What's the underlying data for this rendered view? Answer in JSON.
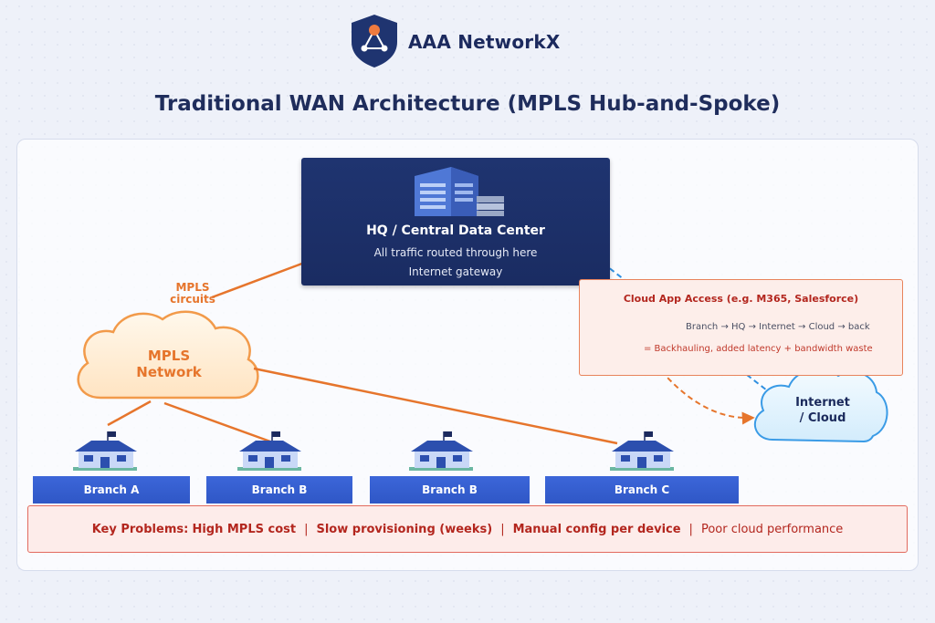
{
  "brand": {
    "name": "AAA NetworkX",
    "logo_icon": "shield-network-icon"
  },
  "title": "Traditional WAN Architecture (MPLS Hub-and-Spoke)",
  "hq": {
    "title": "HQ / Central Data Center",
    "line1": "All traffic routed through here",
    "line2": "Internet gateway",
    "icon": "building-server-icon"
  },
  "mpls": {
    "circuits_label_1": "MPLS",
    "circuits_label_2": "circuits",
    "cloud_line1": "MPLS",
    "cloud_line2": "Network"
  },
  "internet": {
    "line1": "Internet",
    "line2": "/ Cloud"
  },
  "cloud_access": {
    "title": "Cloud App Access (e.g. M365, Salesforce)",
    "path": "Branch → HQ → Internet → Cloud → back",
    "result": "= Backhauling, added latency + bandwidth waste"
  },
  "branches": [
    {
      "label": "Branch A"
    },
    {
      "label": "Branch B"
    },
    {
      "label": "Branch B"
    },
    {
      "label": "Branch C"
    }
  ],
  "problems": {
    "prefix": "Key Problems:",
    "items": [
      "High MPLS cost",
      "Slow provisioning (weeks)",
      "Manual config per device",
      "Poor cloud performance"
    ],
    "separator": "|"
  },
  "colors": {
    "navy": "#1c2a5e",
    "mpls_orange": "#e6752c",
    "internet_blue": "#2f8fe0",
    "branch_blue": "#3560d2",
    "problem_red": "#b3261e"
  }
}
